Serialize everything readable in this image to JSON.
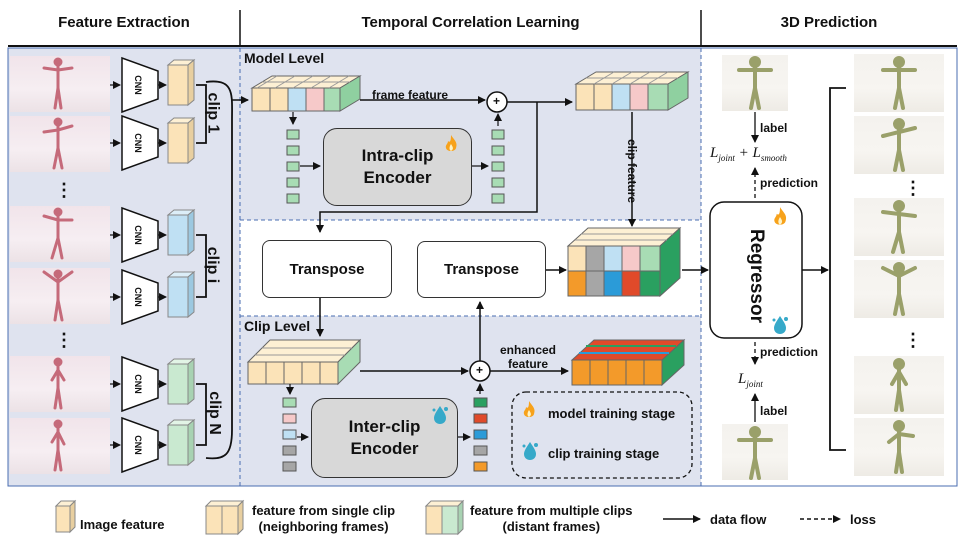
{
  "sections": {
    "feature_extraction": "Feature Extraction",
    "temporal": "Temporal Correlation Learning",
    "prediction_3d": "3D Prediction"
  },
  "levels": {
    "model": "Model Level",
    "clip": "Clip Level"
  },
  "cnn_label": "CNN",
  "clips": {
    "clip1": "clip 1",
    "clipi": "clip i",
    "clipN": "clip N"
  },
  "ellipsis": "⋮",
  "boxes": {
    "intra_encoder": "Intra-clip\nEncoder",
    "inter_encoder": "Inter-clip\nEncoder",
    "transpose_left": "Transpose",
    "transpose_right": "Transpose",
    "regressor": "Regressor"
  },
  "flow_labels": {
    "frame_feature": "frame feature",
    "clip_feature": "clip feature",
    "enhanced_feature": "enhanced\nfeature",
    "plus": "+"
  },
  "stages": {
    "model": "model training stage",
    "clip": "clip training stage"
  },
  "prediction": {
    "label_top": "label",
    "label_bottom": "label",
    "pred_top": "prediction",
    "pred_bottom": "prediction",
    "loss_top_main": "L",
    "loss_top_sub1": "joint",
    "loss_top_plus": " + L",
    "loss_top_sub2": "smooth",
    "loss_bottom_main": "L",
    "loss_bottom_sub": "joint"
  },
  "legend": {
    "image_feature": "Image feature",
    "single_clip": "feature from single clip\n(neighboring frames)",
    "multi_clip": "feature from multiple clips\n(distant frames)",
    "data_flow": "data flow",
    "loss": "loss"
  },
  "colors": {
    "panel_bg": "#dfe3ef",
    "image_feature": "#fbe3b8",
    "clip1_feature": "#fbe3b8",
    "clipi_feature": "#bfe0f3",
    "clipN_feature": "#c9e9d0",
    "cube_yellow": "#fbe3b8",
    "cube_blue": "#bfe0f3",
    "cube_pink": "#f6c9c9",
    "cube_green": "#a8dcb4",
    "cube_orange": "#f39a2a",
    "cube_gray": "#a6a6a6",
    "cube_cyan": "#2b9bd8",
    "cube_red": "#e04a2a",
    "cube_dkgreen": "#2aa060",
    "fire": "#f7a21b",
    "drop": "#36a9c9",
    "figure_person": "#c56a7a",
    "figure_mesh": "#9aa06a"
  },
  "icons": [
    "fire-icon",
    "water-drop-icon",
    "cnn-trapezoid-icon",
    "plus-circle-icon"
  ]
}
